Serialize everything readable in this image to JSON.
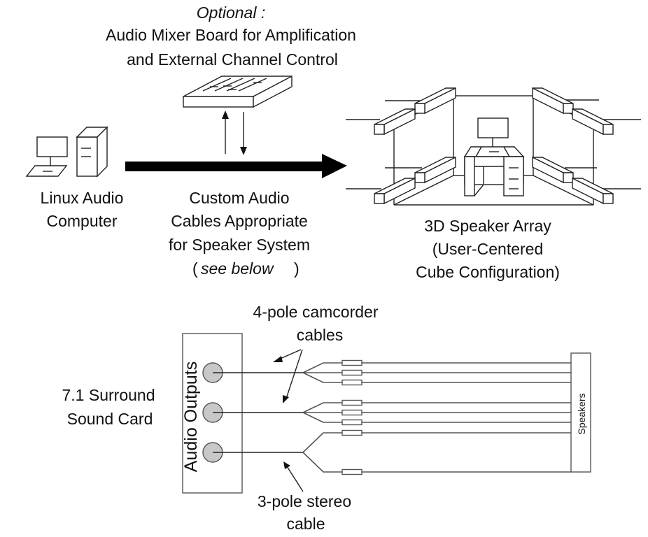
{
  "mixer": {
    "optional_label": "Optional :",
    "title_line1": "Audio Mixer Board for Amplification",
    "title_line2": "and External Channel Control"
  },
  "computer": {
    "label_line1": "Linux Audio",
    "label_line2": "Computer"
  },
  "cables": {
    "label_line1": "Custom Audio",
    "label_line2": "Cables Appropriate",
    "label_line3": "for Speaker System",
    "paren_open": "(",
    "see_below": "see below",
    "paren_close": ")"
  },
  "speaker_array": {
    "label_line1": "3D Speaker Array",
    "label_line2": "(User-Centered",
    "label_line3": "Cube Configuration)",
    "speaker_count": 8
  },
  "bottom": {
    "camcorder_line1": "4-pole camcorder",
    "camcorder_line2": "cables",
    "sound_card_line1": "7.1 Surround",
    "sound_card_line2": "Sound Card",
    "audio_outputs": "Audio Outputs",
    "speakers": "Speakers",
    "stereo_line1": "3-pole stereo",
    "stereo_line2": "cable",
    "outputs": [
      {
        "type": "4-pole",
        "branches": 3
      },
      {
        "type": "4-pole",
        "branches": 3
      },
      {
        "type": "3-pole",
        "branches": 2
      }
    ]
  },
  "colors": {
    "line": "#222222",
    "jack_fill": "#c8c8c8",
    "background": "#ffffff"
  }
}
